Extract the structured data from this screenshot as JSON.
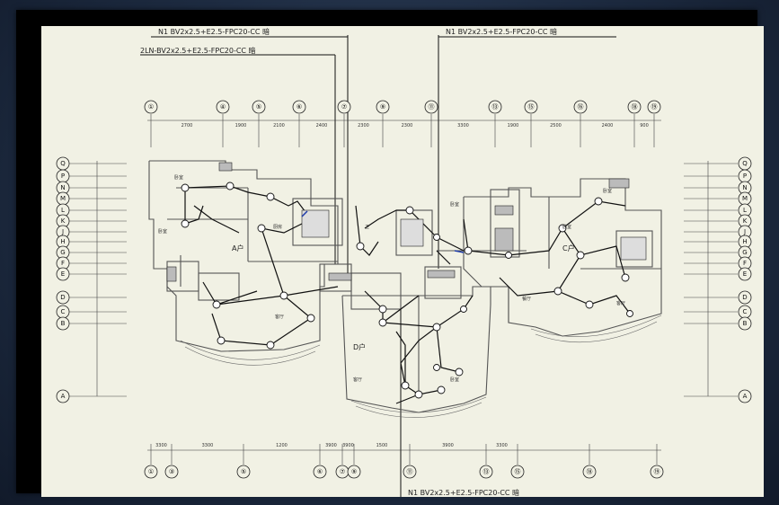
{
  "captions": {
    "top_left": "N1 BV2x2.5+E2.5-FPC20-CC 暗",
    "top_left_2": "2LN-BV2x2.5+E2.5-FPC20-CC 暗",
    "top_right": "N1 BV2x2.5+E2.5-FPC20-CC 暗",
    "bottom": "N1 BV2x2.5+E2.5-FPC20-CC 暗"
  },
  "top_axes": [
    "①",
    "④",
    "⑤",
    "⑥",
    "⑦",
    "⑨",
    "⑪",
    "⑬",
    "⑮",
    "⑯",
    "⑱",
    "⑲"
  ],
  "top_dims": [
    "2700",
    "1900",
    "2100",
    "2400",
    "2300",
    "2300",
    "3300",
    "1900",
    "2500",
    "2400",
    "900"
  ],
  "bottom_axes": [
    "①",
    "③",
    "⑤",
    "⑥",
    "⑦",
    "⑨",
    "⑪",
    "⑬",
    "⑮",
    "⑱",
    "⑲"
  ],
  "bottom_dims": [
    "3300",
    "3300",
    "1200",
    "3900",
    "3900",
    "1500",
    "3900",
    "3300"
  ],
  "left_axes": [
    "Q",
    "P",
    "N",
    "M",
    "L",
    "K",
    "J",
    "H",
    "G",
    "F",
    "E",
    "D",
    "C",
    "B",
    "A"
  ],
  "right_axes": [
    "Q",
    "P",
    "N",
    "M",
    "L",
    "K",
    "J",
    "H",
    "G",
    "F",
    "E",
    "D",
    "C",
    "B",
    "A"
  ],
  "units": {
    "a": "A户",
    "c": "C户",
    "d": "D户"
  },
  "rooms": [
    "卧室",
    "卧室",
    "客厅",
    "厨房",
    "卫",
    "卧室",
    "餐厅",
    "卧室",
    "卧室",
    "客厅",
    "客厅",
    "卧室"
  ]
}
